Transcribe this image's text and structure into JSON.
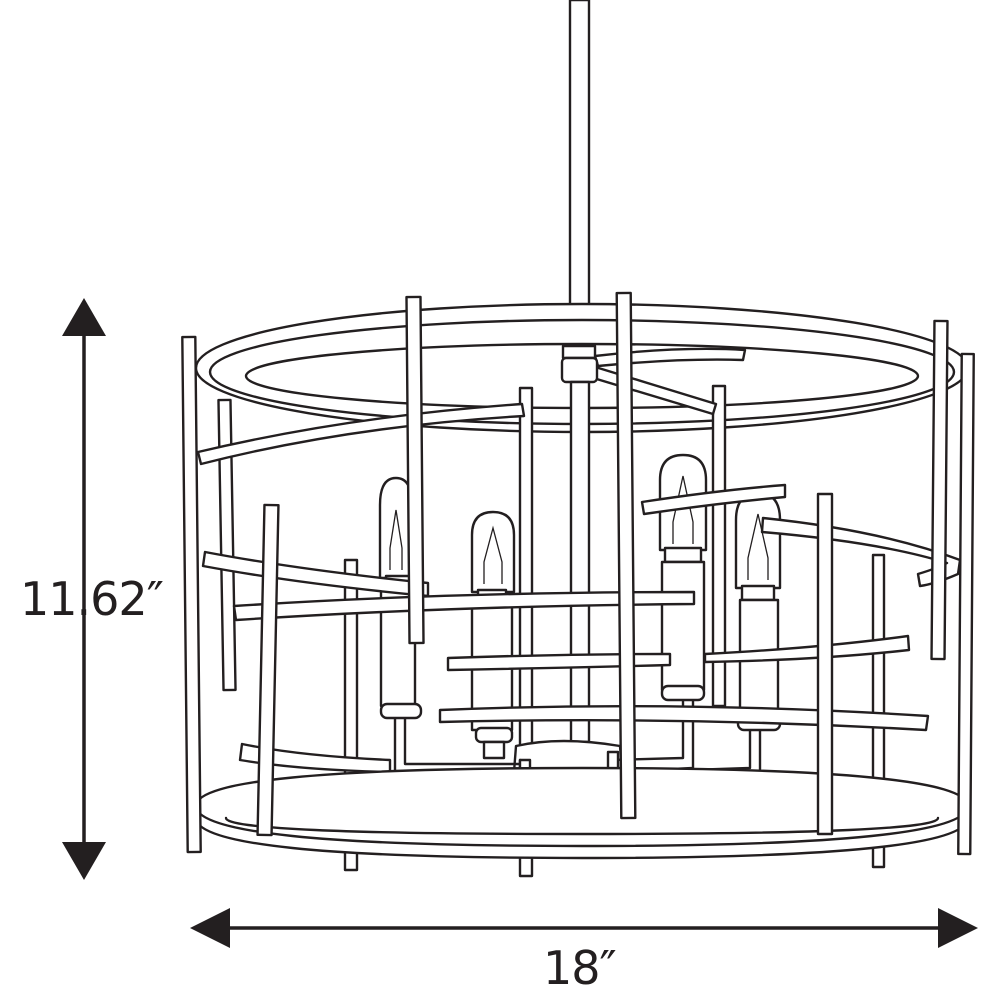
{
  "dimensions": {
    "height": "11.62″",
    "width": "18″"
  },
  "colors": {
    "line": "#231f20",
    "background": "#ffffff"
  },
  "icons": {
    "height_arrow": "double-headed-vertical-arrow",
    "width_arrow": "double-headed-horizontal-arrow"
  }
}
